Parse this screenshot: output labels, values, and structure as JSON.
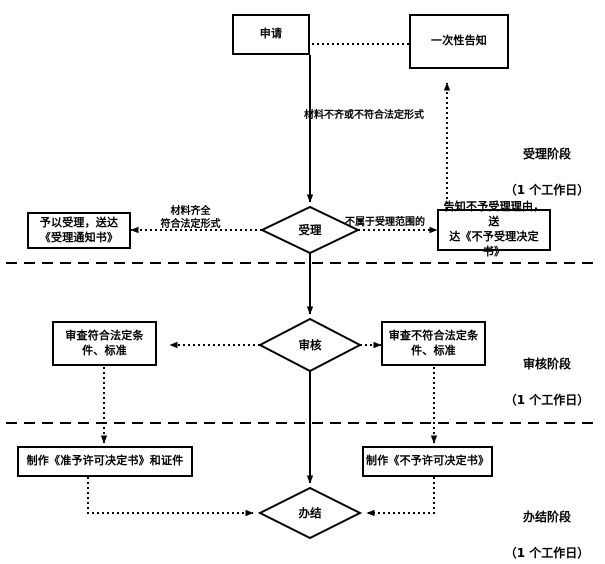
{
  "diagram": {
    "title_text": "",
    "colors": {
      "stroke": "#000000",
      "background": "#ffffff",
      "text": "#000000"
    },
    "nodes": {
      "application": {
        "label": "申请",
        "shape": "box"
      },
      "one_time_notice": {
        "label": "一次性告知",
        "shape": "box"
      },
      "accept_decision": {
        "label": "受理",
        "shape": "diamond"
      },
      "accept_yes_box": {
        "label": "予以受理，送达\n《受理通知书》",
        "shape": "box"
      },
      "not_accept_box": {
        "label": "告知不予受理理由，送\n达《不予受理决定书》",
        "shape": "box"
      },
      "review_decision": {
        "label": "审核",
        "shape": "diamond"
      },
      "review_conform_box": {
        "label": "审查符合法定条\n件、标准",
        "shape": "box"
      },
      "review_nonconform_box": {
        "label": "审查不符合法定条\n件、标准",
        "shape": "box"
      },
      "approve_doc_box": {
        "label": "制作《准予许可决定书》和证件",
        "shape": "box"
      },
      "reject_doc_box": {
        "label": "制作《不予许可决定书》",
        "shape": "box"
      },
      "complete": {
        "label": "办结",
        "shape": "diamond"
      }
    },
    "edge_labels": {
      "materials_incomplete": "材料不齐或不符合法定形式",
      "materials_complete": "材料齐全\n符合法定形式",
      "out_of_scope": "不属于受理范围的"
    },
    "stages": [
      {
        "name": "受理阶段",
        "duration": "（1 个工作日）"
      },
      {
        "name": "审核阶段",
        "duration": "（1 个工作日）"
      },
      {
        "name": "办结阶段",
        "duration": "（1 个工作日）"
      }
    ]
  }
}
